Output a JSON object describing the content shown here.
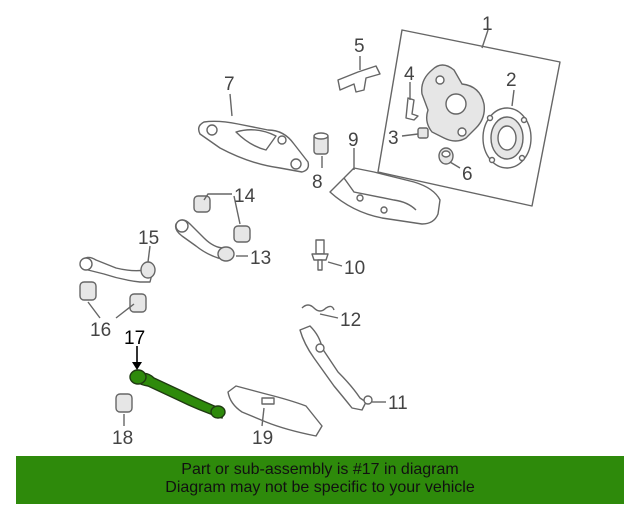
{
  "callouts": {
    "c1": "1",
    "c2": "2",
    "c3": "3",
    "c4": "4",
    "c5": "5",
    "c6": "6",
    "c7": "7",
    "c8": "8",
    "c9": "9",
    "c10": "10",
    "c11": "11",
    "c12": "12",
    "c13": "13",
    "c14": "14",
    "c15": "15",
    "c16": "16",
    "c17": "17",
    "c18": "18",
    "c19": "19"
  },
  "highlight": {
    "part": "17",
    "color": "#2e8a0b"
  },
  "colors": {
    "banner_bg": "#2e8a0b",
    "line": "#666666",
    "text": "#444444"
  },
  "banner": {
    "line1": "Part or sub-assembly is #17 in diagram",
    "line2": "Diagram may not be specific to your vehicle"
  }
}
